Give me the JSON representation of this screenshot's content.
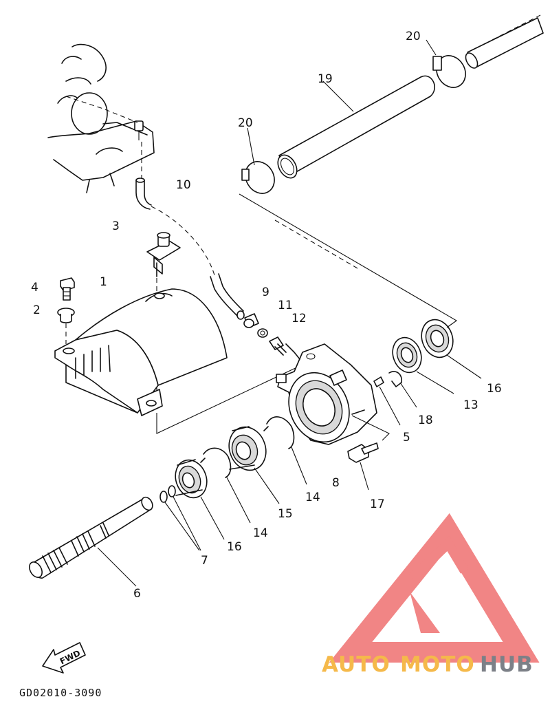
{
  "diagram": {
    "code": "GD02010-3090",
    "fwd_label": "FWD",
    "callouts": [
      "1",
      "2",
      "3",
      "4",
      "5",
      "6",
      "7",
      "8",
      "9",
      "10",
      "11",
      "12",
      "13",
      "14",
      "14",
      "15",
      "16",
      "16",
      "17",
      "18",
      "19",
      "20",
      "20"
    ]
  },
  "watermark": {
    "auto": "AUTO",
    "moto": "MOTO",
    "hub": "HUB",
    "colors": {
      "auto": "#f5b94a",
      "moto": "#f5b94a",
      "hub": "#7c8087",
      "logo": "#f07878"
    }
  }
}
